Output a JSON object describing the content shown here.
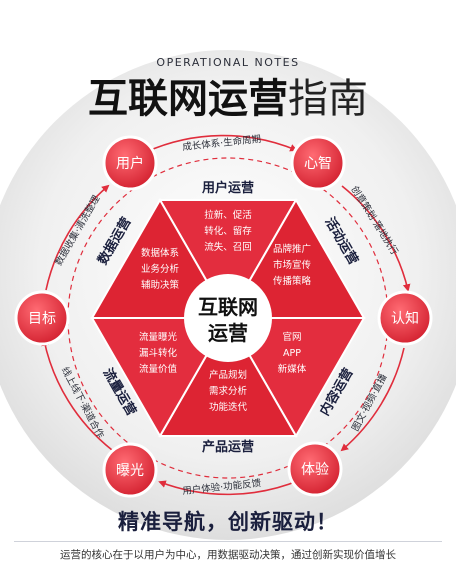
{
  "header": {
    "subtitle": "OPERATIONAL NOTES",
    "title_bold": "互联网运营",
    "title_light": "指南"
  },
  "center": {
    "line1": "互联网",
    "line2": "运营"
  },
  "outer_nodes": {
    "user": "用户",
    "mind": "心智",
    "cognition": "认知",
    "experience": "体验",
    "exposure": "曝光",
    "goal": "目标"
  },
  "arc_labels": {
    "top": "成长体系·生命周期",
    "top_right": "创意策划·落地执行",
    "bottom_right": "图文·视频·直播",
    "bottom": "用户体验·功能反馈",
    "bottom_left": "线上线下·渠道合作",
    "top_left": "数据收集·清洗整理"
  },
  "sections": {
    "user_ops": {
      "title": "用户运营",
      "items": [
        "拉新、促活",
        "转化、留存",
        "流失、召回"
      ]
    },
    "activity_ops": {
      "title": "活动运营",
      "items": [
        "品牌推广",
        "市场宣传",
        "传播策略"
      ]
    },
    "content_ops": {
      "title": "内容运营",
      "items": [
        "官网",
        "APP",
        "新媒体"
      ]
    },
    "product_ops": {
      "title": "产品运营",
      "items": [
        "产品规划",
        "需求分析",
        "功能迭代"
      ]
    },
    "traffic_ops": {
      "title": "流量运营",
      "items": [
        "流量曝光",
        "漏斗转化",
        "流量价值"
      ]
    },
    "data_ops": {
      "title": "数据运营",
      "items": [
        "数据体系",
        "业务分析",
        "辅助决策"
      ]
    }
  },
  "tagline": "精准导航，创新驱动！",
  "footer": "运营的核心在于以用户为中心，用数据驱动决策，通过创新实现价值增长",
  "colors": {
    "primary": "#e02d3c",
    "circle_bg": "#ececec",
    "ring": "#e02d3c",
    "dark": "#1a1f3d"
  }
}
